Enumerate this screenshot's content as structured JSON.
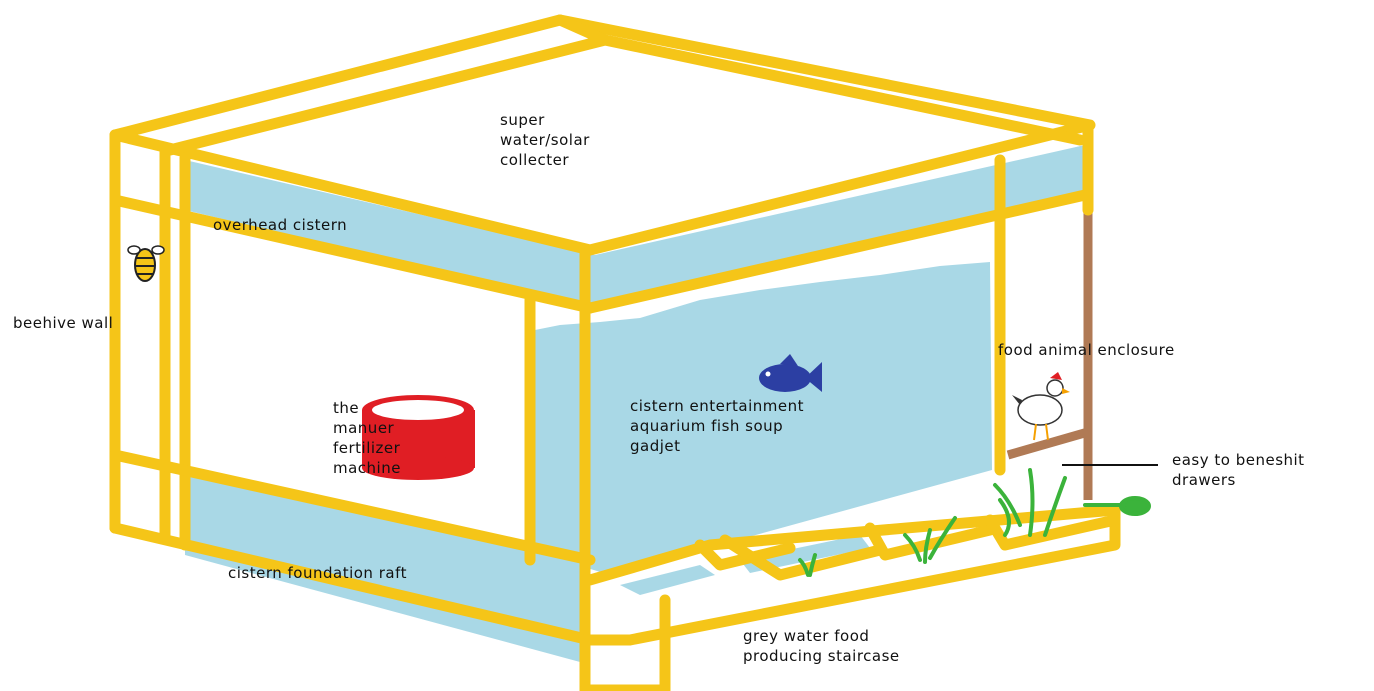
{
  "diagram": {
    "labels": {
      "super_collector": "super\nwater/solar\ncollecter",
      "overhead_cistern": "overhead cistern",
      "beehive_wall": "beehive wall",
      "manuer_machine": "the\nmanuer\nfertilizer\nmachine",
      "aquarium": "cistern entertainment\naquarium fish soup\ngadjet",
      "food_animal": "food animal enclosure",
      "drawers": "easy to beneshit\ndrawers",
      "foundation_raft": "cistern foundation raft",
      "grey_water": "grey water food\nproducing staircase"
    },
    "icons": {
      "bee": "bee-icon",
      "fish": "fish-icon",
      "chicken": "chicken-icon",
      "bucket": "red-bucket-icon",
      "plants": "plant-icon"
    },
    "colors": {
      "frame": "#f5c518",
      "water": "#a9d8e6",
      "post": "#b07a55",
      "bucket": "#e01e24",
      "fish": "#2c3fa3",
      "plant": "#3bb33b"
    }
  }
}
